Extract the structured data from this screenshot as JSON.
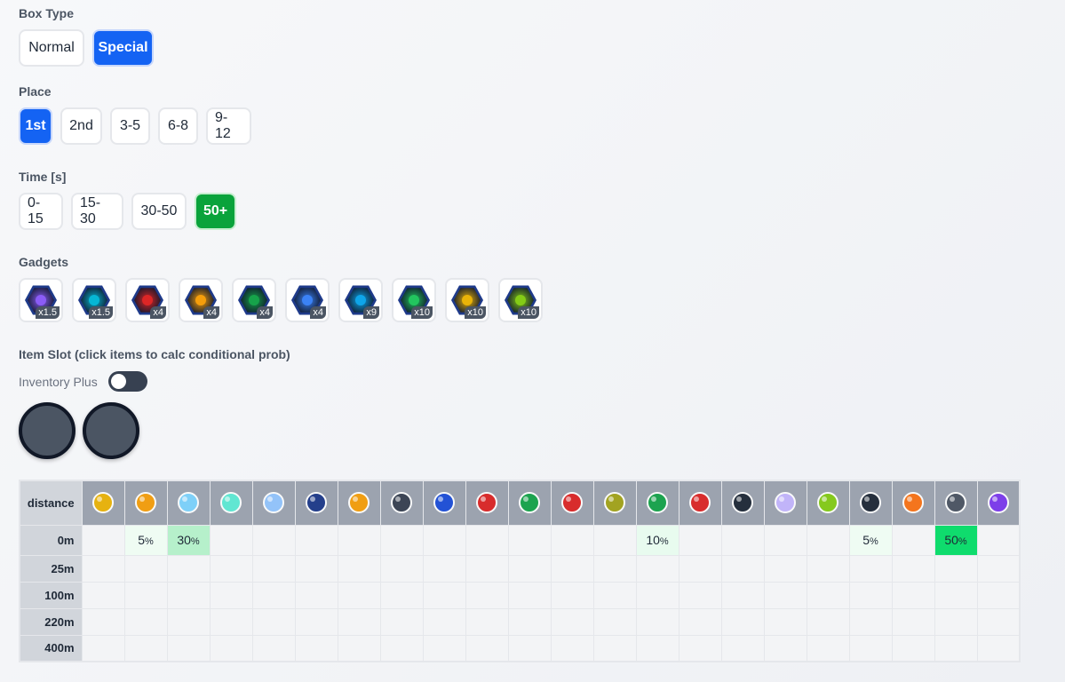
{
  "box_type": {
    "label": "Box Type",
    "options": [
      "Normal",
      "Special"
    ],
    "selected": "Special"
  },
  "place": {
    "label": "Place",
    "options": [
      "1st",
      "2nd",
      "3-5",
      "6-8",
      "9-12"
    ],
    "selected": "1st"
  },
  "time": {
    "label": "Time [s]",
    "options": [
      "0-15",
      "15-30",
      "30-50",
      "50+"
    ],
    "selected": "50+"
  },
  "gadgets": {
    "label": "Gadgets",
    "items": [
      {
        "mult": "x1.5",
        "icon": "box-gadget-icon",
        "color": "#8b5cf6"
      },
      {
        "mult": "x1.5",
        "icon": "plus-gadget-icon",
        "color": "#06b6d4"
      },
      {
        "mult": "x4",
        "icon": "rocket-gadget-icon",
        "color": "#dc2626"
      },
      {
        "mult": "x4",
        "icon": "bomb-gadget-icon",
        "color": "#f59e0b"
      },
      {
        "mult": "x4",
        "icon": "shield-gadget-icon",
        "color": "#16a34a"
      },
      {
        "mult": "x4",
        "icon": "boost-gadget-icon",
        "color": "#3b82f6"
      },
      {
        "mult": "x9",
        "icon": "orbit-gadget-icon",
        "color": "#0ea5e9"
      },
      {
        "mult": "x10",
        "icon": "globe-gadget-icon",
        "color": "#22c55e"
      },
      {
        "mult": "x10",
        "icon": "gear-gadget-icon",
        "color": "#eab308"
      },
      {
        "mult": "x10",
        "icon": "ring-gadget-icon",
        "color": "#84cc16"
      }
    ]
  },
  "item_slot": {
    "label": "Item Slot (click items to calc conditional prob)",
    "inventory_plus_label": "Inventory Plus",
    "inventory_plus_on": false
  },
  "table": {
    "corner_label": "distance",
    "items": [
      {
        "name": "coin-100-icon",
        "color": "#eab308"
      },
      {
        "name": "bee-item-icon",
        "color": "#f59e0b"
      },
      {
        "name": "ghost-item-icon",
        "color": "#7dd3fc"
      },
      {
        "name": "fish-item-icon",
        "color": "#5eead4"
      },
      {
        "name": "pixie-item-icon",
        "color": "#93c5fd"
      },
      {
        "name": "monster-truck-icon",
        "color": "#1e3a8a"
      },
      {
        "name": "lightning-item-icon",
        "color": "#f59e0b"
      },
      {
        "name": "spike-ball-icon",
        "color": "#374151"
      },
      {
        "name": "magnet-icon",
        "color": "#1d4ed8"
      },
      {
        "name": "bomb-icon",
        "color": "#dc2626"
      },
      {
        "name": "green-missile-icon",
        "color": "#16a34a"
      },
      {
        "name": "red-missile-icon",
        "color": "#dc2626"
      },
      {
        "name": "shuriken-icon",
        "color": "#a3a31a"
      },
      {
        "name": "triple-green-icon",
        "color": "#16a34a"
      },
      {
        "name": "triple-red-icon",
        "color": "#dc2626"
      },
      {
        "name": "crown-icon",
        "color": "#1f2937"
      },
      {
        "name": "boo-icon",
        "color": "#c4b5fd"
      },
      {
        "name": "slime-icon",
        "color": "#84cc16"
      },
      {
        "name": "bomb-buddy-icon",
        "color": "#1f2937"
      },
      {
        "name": "banana-peel-icon",
        "color": "#f97316"
      },
      {
        "name": "shield-icon",
        "color": "#4b5563"
      },
      {
        "name": "ink-squid-icon",
        "color": "#7c3aed"
      }
    ],
    "rows": [
      {
        "label": "0m",
        "values": [
          "",
          "5",
          "30",
          "",
          "",
          "",
          "",
          "",
          "",
          "",
          "",
          "",
          "",
          "10",
          "",
          "",
          "",
          "",
          "5",
          "",
          "50",
          ""
        ]
      },
      {
        "label": "25m",
        "values": [
          "",
          "",
          "",
          "",
          "",
          "",
          "",
          "",
          "",
          "",
          "",
          "",
          "",
          "",
          "",
          "",
          "",
          "",
          "",
          "",
          "",
          ""
        ]
      },
      {
        "label": "100m",
        "values": [
          "",
          "",
          "",
          "",
          "",
          "",
          "",
          "",
          "",
          "",
          "",
          "",
          "",
          "",
          "",
          "",
          "",
          "",
          "",
          "",
          "",
          ""
        ]
      },
      {
        "label": "220m",
        "values": [
          "",
          "",
          "",
          "",
          "",
          "",
          "",
          "",
          "",
          "",
          "",
          "",
          "",
          "",
          "",
          "",
          "",
          "",
          "",
          "",
          "",
          ""
        ]
      },
      {
        "label": "400m",
        "values": [
          "",
          "",
          "",
          "",
          "",
          "",
          "",
          "",
          "",
          "",
          "",
          "",
          "",
          "",
          "",
          "",
          "",
          "",
          "",
          "",
          "",
          ""
        ]
      }
    ],
    "percent_sign": "%"
  }
}
